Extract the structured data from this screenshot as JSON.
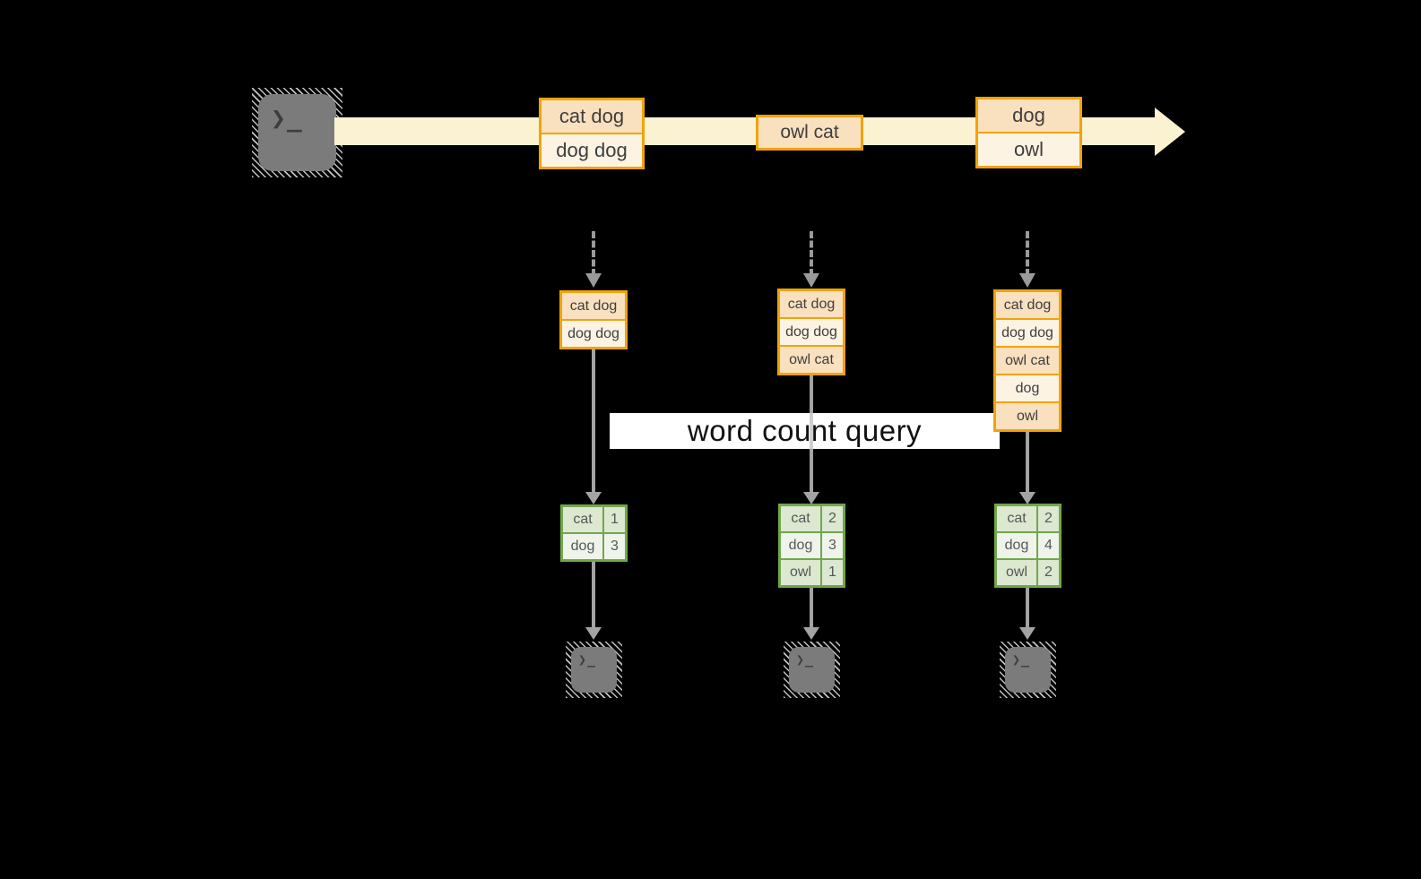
{
  "diagram": {
    "background": "#000000",
    "query_label": "word count query",
    "terminal_glyph": "❯_",
    "stream_batches": [
      {
        "rows": [
          "cat dog",
          "dog dog"
        ]
      },
      {
        "rows": [
          "owl cat"
        ]
      },
      {
        "rows": [
          "dog",
          "owl"
        ]
      }
    ],
    "micro_batches": [
      {
        "rows": [
          "cat dog",
          "dog dog"
        ]
      },
      {
        "rows": [
          "cat dog",
          "dog dog",
          "owl cat"
        ]
      },
      {
        "rows": [
          "cat dog",
          "dog dog",
          "owl cat",
          "dog",
          "owl"
        ]
      }
    ],
    "results": [
      {
        "rows": [
          {
            "word": "cat",
            "count": "1"
          },
          {
            "word": "dog",
            "count": "3"
          }
        ]
      },
      {
        "rows": [
          {
            "word": "cat",
            "count": "2"
          },
          {
            "word": "dog",
            "count": "3"
          },
          {
            "word": "owl",
            "count": "1"
          }
        ]
      },
      {
        "rows": [
          {
            "word": "cat",
            "count": "2"
          },
          {
            "word": "dog",
            "count": "4"
          },
          {
            "word": "owl",
            "count": "2"
          }
        ]
      }
    ],
    "colors": {
      "stream_band": "#FBF2D2",
      "box_border": "#F0A30A",
      "box_fill_dark": "#F9E0BE",
      "box_fill_light": "#FDF3E3",
      "table_border": "#71A74C",
      "table_cell_dark": "#DCE8D0",
      "table_cell_light": "#EFF4EB",
      "arrow_gray": "#A3A3A3",
      "terminal_gray": "#7B7B7B",
      "query_bg": "#FFFFFF",
      "query_text": "#111111"
    }
  }
}
